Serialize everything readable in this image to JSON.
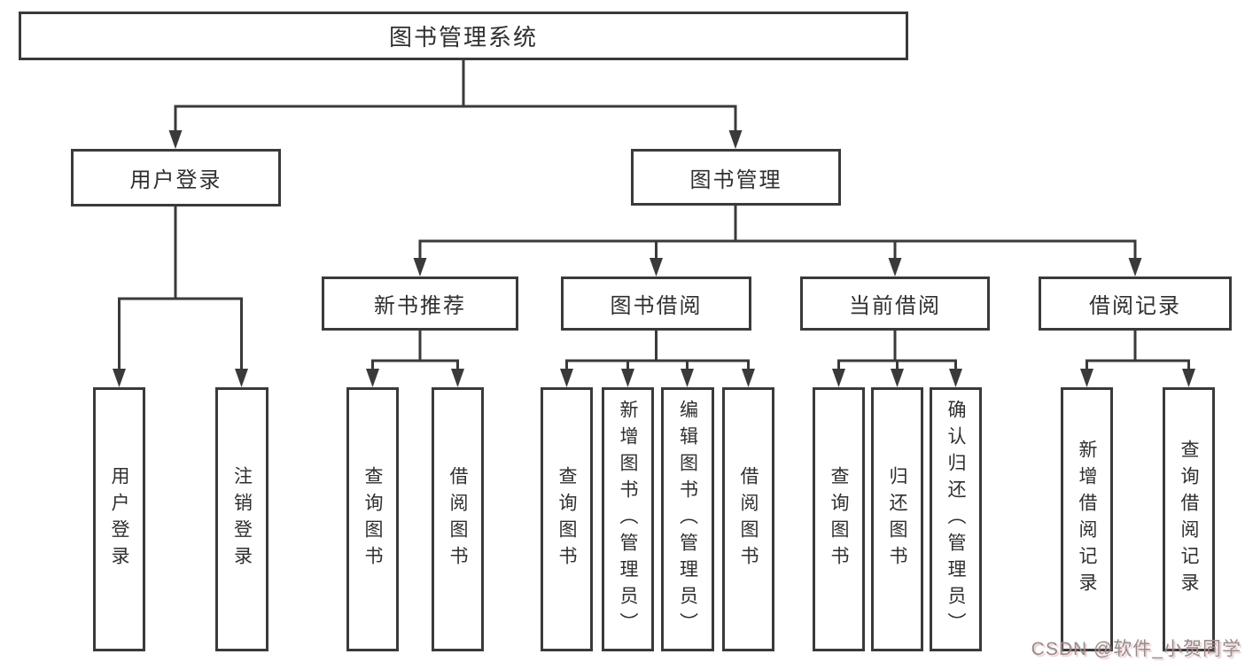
{
  "diagram": {
    "root": {
      "label": "图书管理系统"
    },
    "branches": [
      {
        "label": "用户登录",
        "children": [
          {
            "label": "用户登录"
          },
          {
            "label": "注销登录"
          }
        ]
      },
      {
        "label": "图书管理",
        "children": [
          {
            "label": "新书推荐",
            "children": [
              {
                "label": "查询图书"
              },
              {
                "label": "借阅图书"
              }
            ]
          },
          {
            "label": "图书借阅",
            "children": [
              {
                "label": "查询图书"
              },
              {
                "label": "新增图书（管理员）"
              },
              {
                "label": "编辑图书（管理员）"
              },
              {
                "label": "借阅图书"
              }
            ]
          },
          {
            "label": "当前借阅",
            "children": [
              {
                "label": "查询图书"
              },
              {
                "label": "归还图书"
              },
              {
                "label": "确认归还（管理员）"
              }
            ]
          },
          {
            "label": "借阅记录",
            "children": [
              {
                "label": "新增借阅记录"
              },
              {
                "label": "查询借阅记录"
              }
            ]
          }
        ]
      }
    ],
    "watermark": {
      "text": "CSDN @软件_小贺同学"
    },
    "colors": {
      "line": "#3a3a3a",
      "border": "#3a3a3a",
      "text": "#2f2f2f",
      "background": "#ffffff",
      "watermark": "#8f8f8f"
    }
  }
}
